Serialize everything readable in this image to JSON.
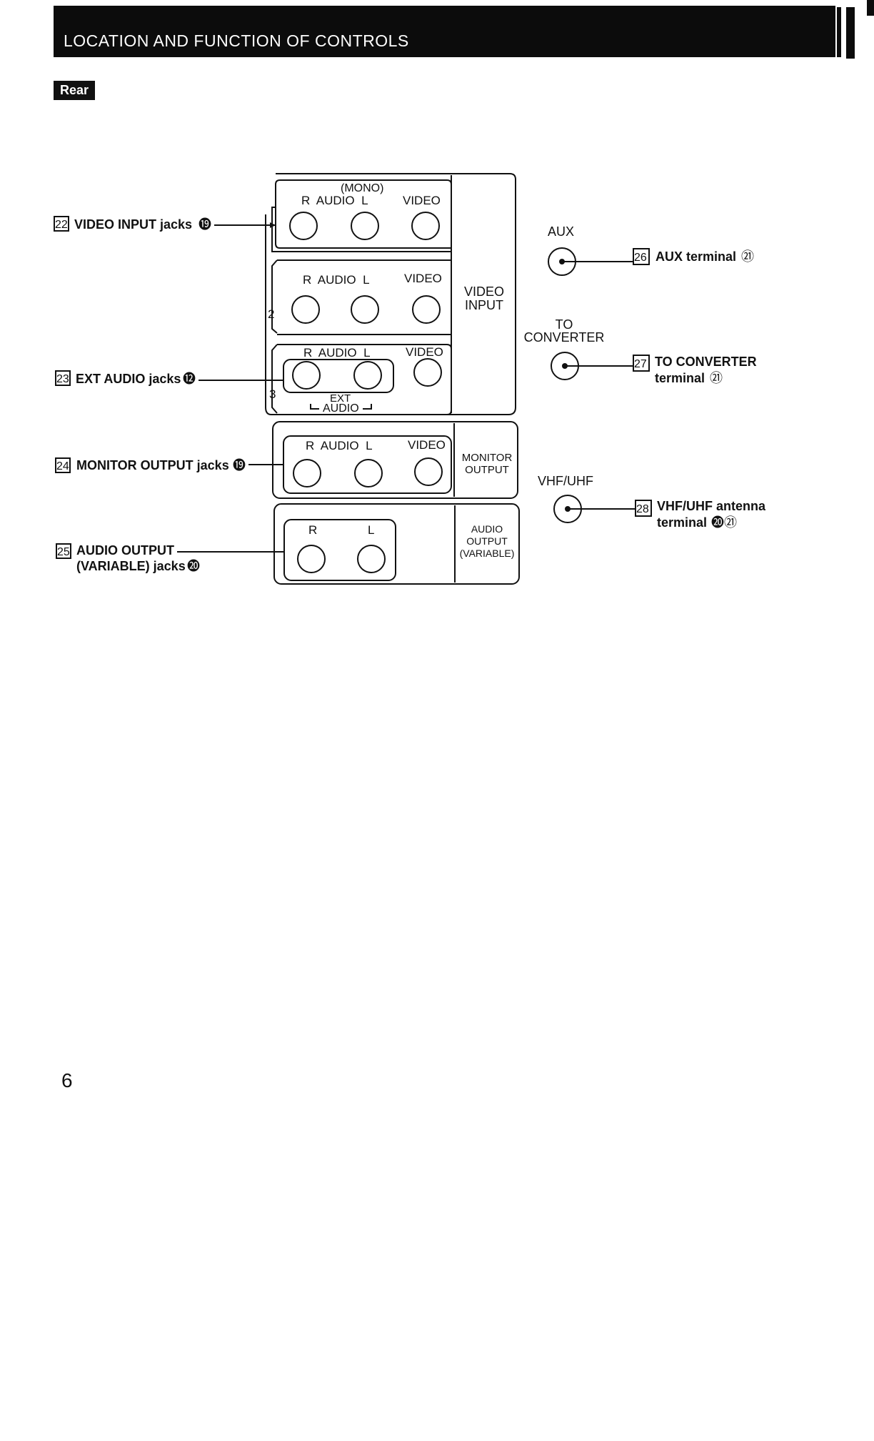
{
  "header": {
    "title": "LOCATION AND FUNCTION OF CONTROLS"
  },
  "section": {
    "badge": "Rear"
  },
  "panel": {
    "row1": {
      "mono_label": "(MONO)",
      "audio_label": "R  AUDIO  L",
      "video_label": "VIDEO"
    },
    "row2": {
      "number": "2",
      "audio_label": "R  AUDIO  L",
      "video_label": "VIDEO"
    },
    "row3": {
      "number": "3",
      "audio_label": "R  AUDIO  L",
      "video_label": "VIDEO",
      "ext_label": "EXT",
      "ext_audio_label": "AUDIO"
    },
    "video_input_line1": "VIDEO",
    "video_input_line2": "INPUT",
    "monitor": {
      "audio_label": "R  AUDIO  L",
      "video_label": "VIDEO",
      "side_line1": "MONITOR",
      "side_line2": "OUTPUT"
    },
    "audio_output": {
      "r_label": "R",
      "l_label": "L",
      "side_line1": "AUDIO",
      "side_line2": "OUTPUT",
      "side_line3": "(VARIABLE)"
    }
  },
  "terminals": {
    "aux_label": "AUX",
    "to_converter_line1": "TO",
    "to_converter_line2": "CONVERTER",
    "vhf_uhf_label": "VHF/UHF"
  },
  "callouts": {
    "c22": {
      "num": "22",
      "text": "VIDEO INPUT jacks",
      "ref": "⓳"
    },
    "c23": {
      "num": "23",
      "text": "EXT AUDIO jacks",
      "ref": "⓬"
    },
    "c24": {
      "num": "24",
      "text": "MONITOR OUTPUT jacks",
      "ref": "⓳"
    },
    "c25": {
      "num": "25",
      "text_line1": "AUDIO OUTPUT",
      "text_line2": "(VARIABLE) jacks",
      "ref": "⓴"
    },
    "c26": {
      "num": "26",
      "text": "AUX terminal",
      "ref": "㉑"
    },
    "c27": {
      "num": "27",
      "text_line1": "TO CONVERTER",
      "text_line2": "terminal",
      "ref": "㉑"
    },
    "c28": {
      "num": "28",
      "text_line1": "VHF/UHF antenna",
      "text_line2": "terminal",
      "ref": "⓴㉑"
    }
  },
  "page_number": "6"
}
